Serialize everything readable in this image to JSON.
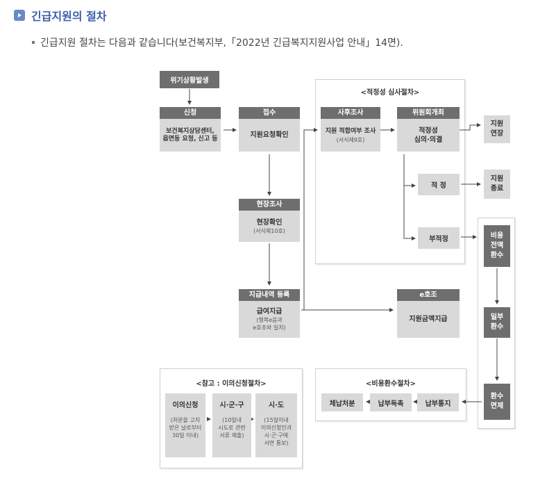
{
  "heading": {
    "title": "긴급지원의 절차",
    "icon": "play-icon"
  },
  "intro": {
    "text": "긴급지원 절차는 다음과 같습니다(보건복지부,「2022년 긴급복지지원사업 안내」14면)."
  },
  "diagram": {
    "start": "위기상황발생",
    "apply": {
      "head": "신청",
      "body": [
        "보건복지상담센터,",
        "읍면동 요청, 신고 등"
      ]
    },
    "receive": {
      "head": "접수",
      "body": "지원요청확인"
    },
    "review_frame": {
      "title": "<적정성 심사절차>"
    },
    "post_check": {
      "head": "사후조사",
      "body": "지원 적합여부 조사",
      "sub": "(서식제9호)"
    },
    "committee": {
      "head": "위원회개최",
      "body": [
        "적정성",
        "심의·의결"
      ]
    },
    "proper": "적 정",
    "improper": "부적정",
    "extend": [
      "지원",
      "연장"
    ],
    "end": [
      "지원",
      "종료"
    ],
    "field": {
      "head": "현장조사",
      "body": "현장확인",
      "sub": "(서식제10호)"
    },
    "register": {
      "head": "지급내역 등록",
      "body": "급여지급",
      "sub": [
        "(행복e음과",
        "e호조와 일치)"
      ]
    },
    "ehojo": {
      "head": "e호조",
      "body": "지원금액지급"
    },
    "refund_steps": {
      "full": [
        "비용",
        "전액",
        "환수"
      ],
      "partial": [
        "일부",
        "환수"
      ],
      "waive": [
        "환수",
        "면제"
      ]
    },
    "objection": {
      "title": "<참고 : 이의신청절차>",
      "boxes": [
        {
          "head": "이의신청",
          "sub": [
            "(처분을 고지",
            "받은 날로부터",
            "30일 이내)"
          ]
        },
        {
          "head": "시·군·구",
          "sub": [
            "(10일내",
            "시도로 관련",
            "서류 제출)"
          ]
        },
        {
          "head": "시·도",
          "sub": [
            "(15일이내",
            "이의신청인과",
            "시·군·구에",
            "서면 통보)"
          ]
        }
      ]
    },
    "refund_proc": {
      "title": "<비용환수절차>",
      "boxes": [
        "체납처분",
        "납부독촉",
        "납부통지"
      ]
    }
  }
}
